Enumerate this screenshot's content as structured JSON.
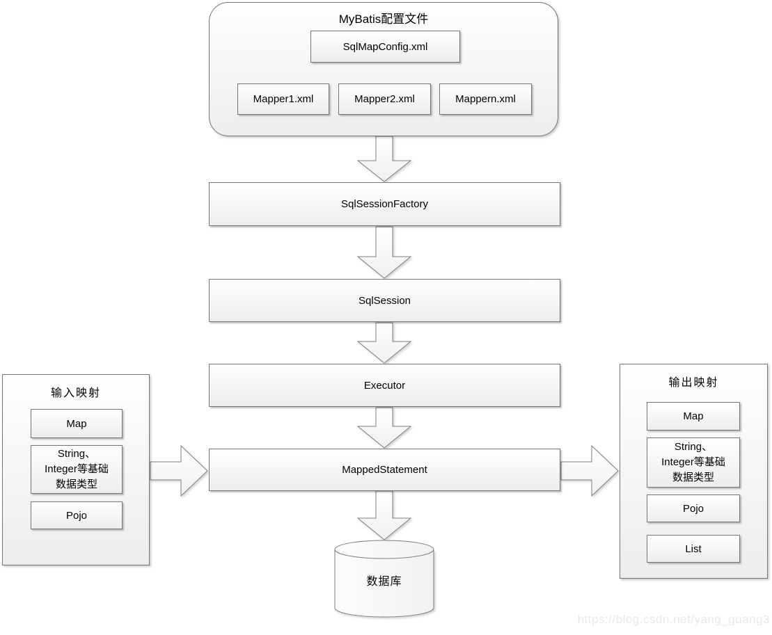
{
  "config_group": {
    "title": "MyBatis配置文件",
    "config_file": "SqlMapConfig.xml",
    "mappers": [
      "Mapper1.xml",
      "Mapper2.xml",
      "Mappern.xml"
    ]
  },
  "flow": {
    "sql_session_factory": "SqlSessionFactory",
    "sql_session": "SqlSession",
    "executor": "Executor",
    "mapped_statement": "MappedStatement"
  },
  "database_label": "数据库",
  "input_panel": {
    "title": "输入映射",
    "items": [
      "Map",
      "String、\nInteger等基础\n数据类型",
      "Pojo"
    ]
  },
  "output_panel": {
    "title": "输出映射",
    "items": [
      "Map",
      "String、\nInteger等基础\n数据类型",
      "Pojo",
      "List"
    ]
  },
  "watermark": "https://blog.csdn.net/yang_guang3",
  "colors": {
    "box_border": "#757575",
    "box_fill_top": "#ffffff",
    "box_fill_bottom": "#ededed",
    "text": "#000000",
    "watermark": "#e9e9e9"
  }
}
